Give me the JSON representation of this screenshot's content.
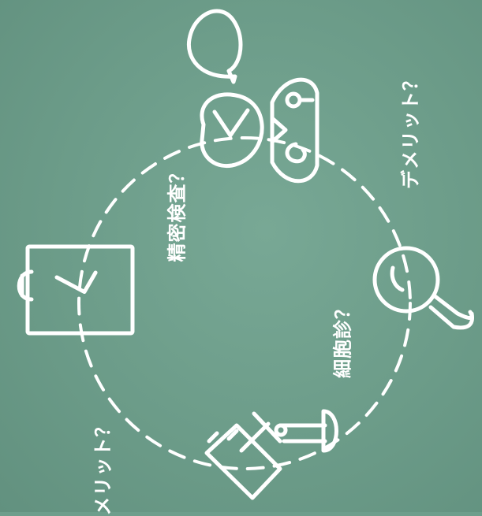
{
  "labels": {
    "precise_exam": "精密検査？",
    "demerit": "デメリット？",
    "cytology": "細胞診？",
    "merit": "メリット？"
  },
  "colors": {
    "background": "#6e9e8c",
    "line": "#ffffff"
  },
  "icons": [
    "speech-bubble-icon",
    "doctor-icon",
    "magnifier-icon",
    "microscope-icon",
    "clipboard-check-icon"
  ]
}
